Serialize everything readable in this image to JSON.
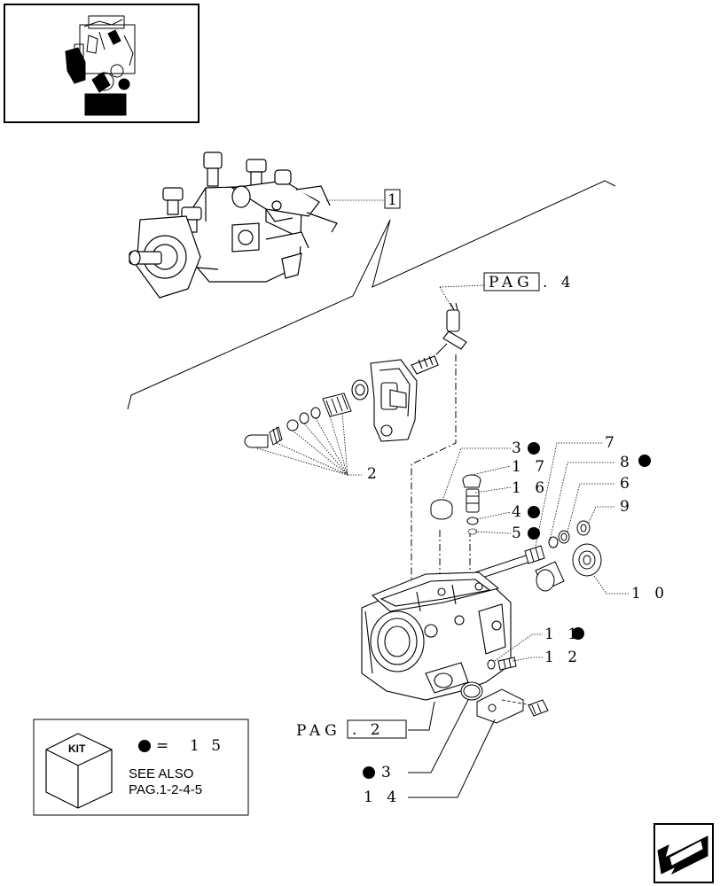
{
  "callouts": {
    "c1": "1",
    "pag4_word": "PAG",
    "pag4_num": ". 4",
    "c2": "2",
    "c3a": "3",
    "c17": "1 7",
    "c16": "1 6",
    "c4": "4",
    "c5": "5",
    "c7": "7",
    "c8": "8",
    "c6": "6",
    "c9": "9",
    "c10": "1 0",
    "c11": "1 1",
    "c12": "1 2",
    "pag2_word": "PAG",
    "pag2_num": ". 2",
    "c3b": "3",
    "c14": "1 4"
  },
  "kit": {
    "badge": "KIT",
    "equals": "=",
    "count": "1 5",
    "see_also_1": "SEE ALSO",
    "see_also_2": "PAG.1-2-4-5"
  },
  "colors": {
    "ink": "#000000",
    "paper": "#ffffff"
  },
  "icons": {
    "bullet": "filled-dot-icon",
    "nav": "next-page-arrow-icon"
  }
}
